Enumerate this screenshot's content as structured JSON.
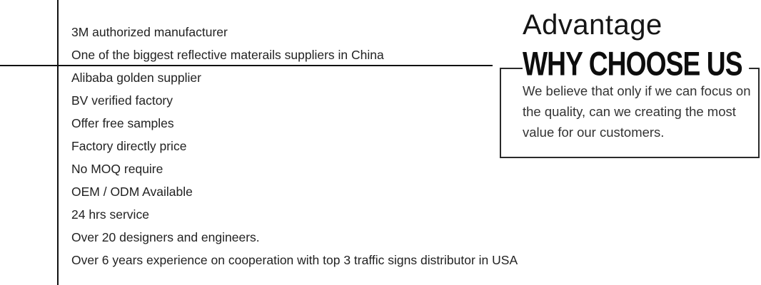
{
  "advantages": {
    "items": [
      "3M authorized manufacturer",
      "One of the biggest reflective materails suppliers in China",
      "Alibaba golden supplier",
      "BV verified factory",
      "Offer free samples",
      "Factory directly price",
      "No MOQ require",
      "OEM / ODM Available",
      "24 hrs service",
      "Over 20 designers and engineers.",
      "Over 6 years experience on cooperation with top 3 traffic signs distributor in USA"
    ]
  },
  "right_panel": {
    "heading": "Advantage",
    "subheading": "WHY CHOOSE US",
    "body": "We believe that only if we can focus on the quality, can we creating the most value for our customers."
  },
  "colors": {
    "text": "#222222",
    "rule": "#111111",
    "box_border": "#2a2a2a"
  }
}
